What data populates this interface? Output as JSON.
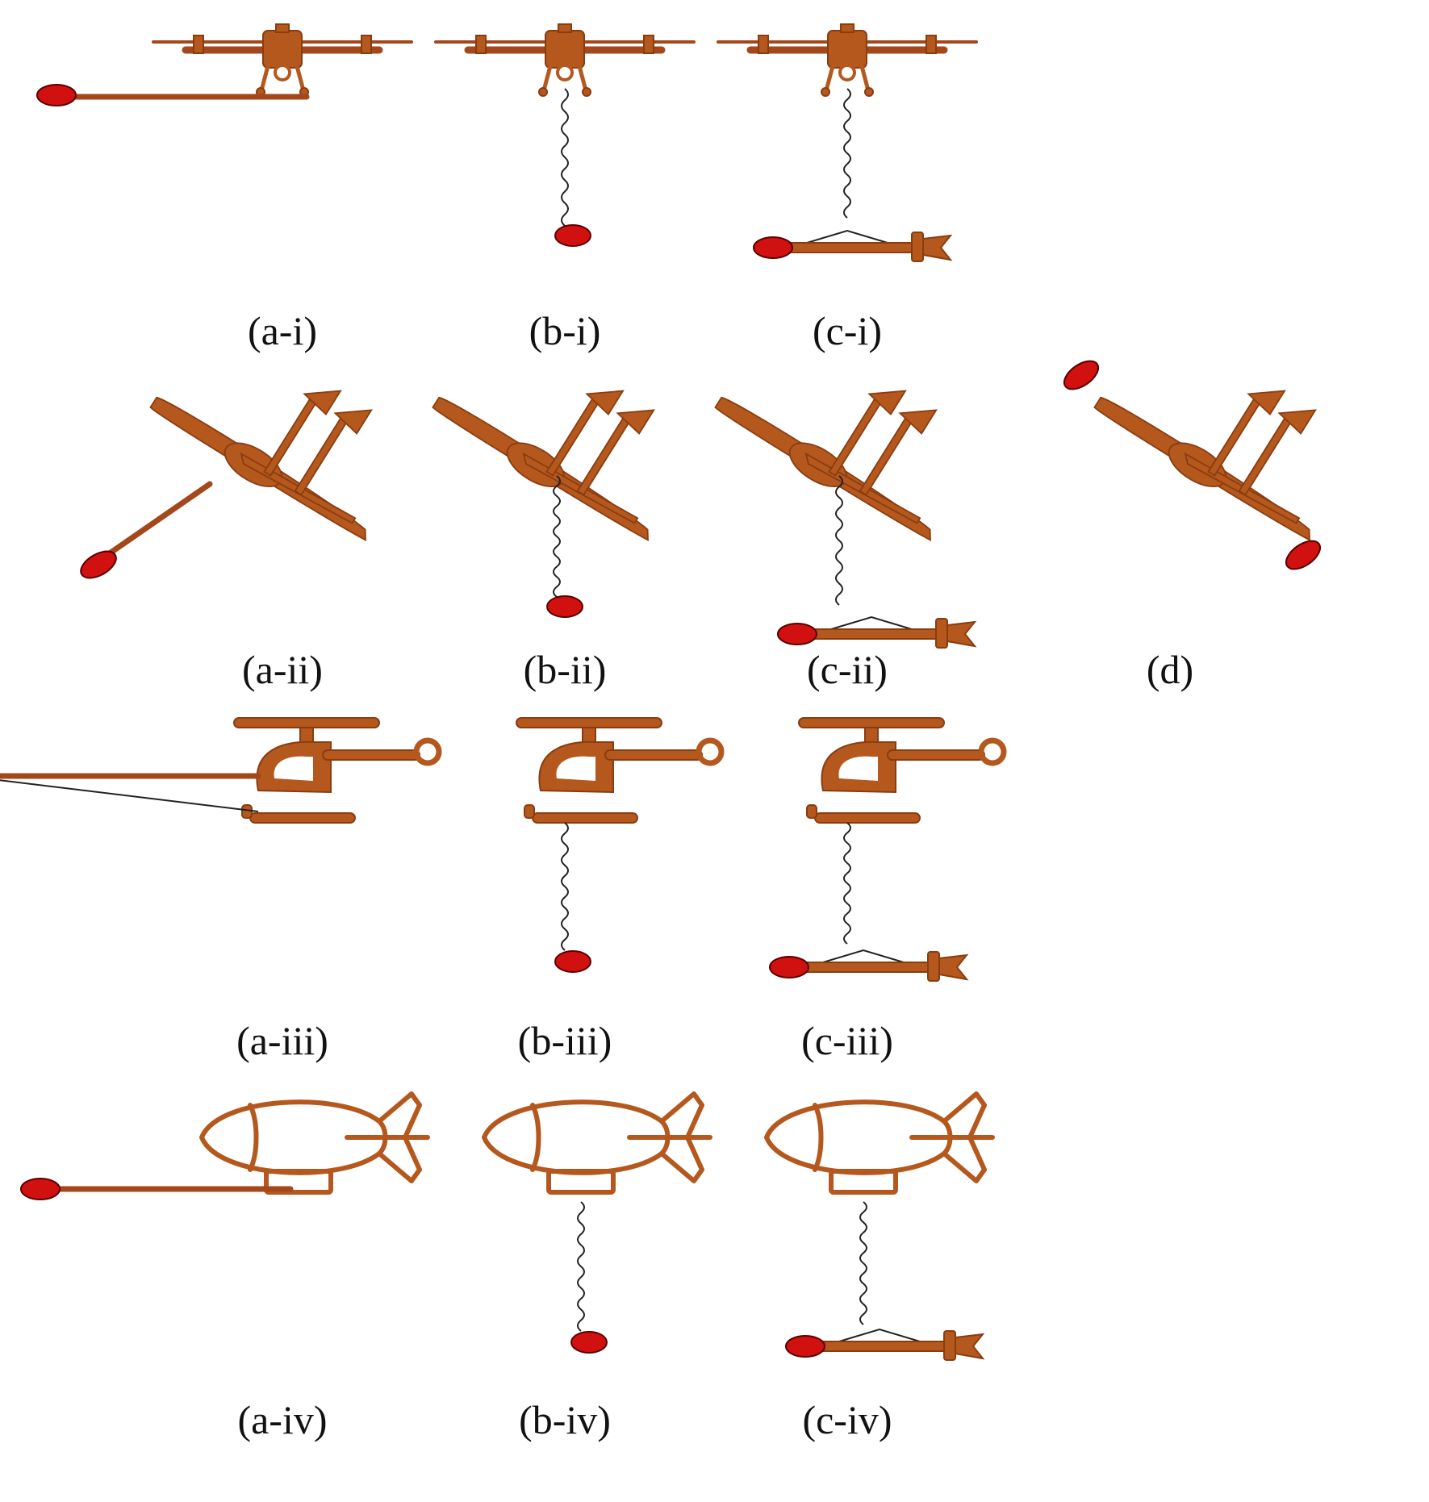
{
  "colors": {
    "vehicle": "#b4581e",
    "sensor": "#d11010",
    "rope": "#222222"
  },
  "panels": [
    {
      "id": "a-i",
      "label": "(a-i)",
      "vehicle": "multirotor",
      "mount": "rigid-boom"
    },
    {
      "id": "b-i",
      "label": "(b-i)",
      "vehicle": "multirotor",
      "mount": "tether"
    },
    {
      "id": "c-i",
      "label": "(c-i)",
      "vehicle": "multirotor",
      "mount": "towed-bird"
    },
    {
      "id": "a-ii",
      "label": "(a-ii)",
      "vehicle": "fixed-wing",
      "mount": "rigid-boom"
    },
    {
      "id": "b-ii",
      "label": "(b-ii)",
      "vehicle": "fixed-wing",
      "mount": "tether"
    },
    {
      "id": "c-ii",
      "label": "(c-ii)",
      "vehicle": "fixed-wing",
      "mount": "towed-bird"
    },
    {
      "id": "d",
      "label": "(d)",
      "vehicle": "fixed-wing",
      "mount": "wingtip"
    },
    {
      "id": "a-iii",
      "label": "(a-iii)",
      "vehicle": "helicopter",
      "mount": "rigid-boom"
    },
    {
      "id": "b-iii",
      "label": "(b-iii)",
      "vehicle": "helicopter",
      "mount": "tether"
    },
    {
      "id": "c-iii",
      "label": "(c-iii)",
      "vehicle": "helicopter",
      "mount": "towed-bird"
    },
    {
      "id": "a-iv",
      "label": "(a-iv)",
      "vehicle": "airship",
      "mount": "rigid-boom"
    },
    {
      "id": "b-iv",
      "label": "(b-iv)",
      "vehicle": "airship",
      "mount": "tether"
    },
    {
      "id": "c-iv",
      "label": "(c-iv)",
      "vehicle": "airship",
      "mount": "towed-bird"
    }
  ]
}
